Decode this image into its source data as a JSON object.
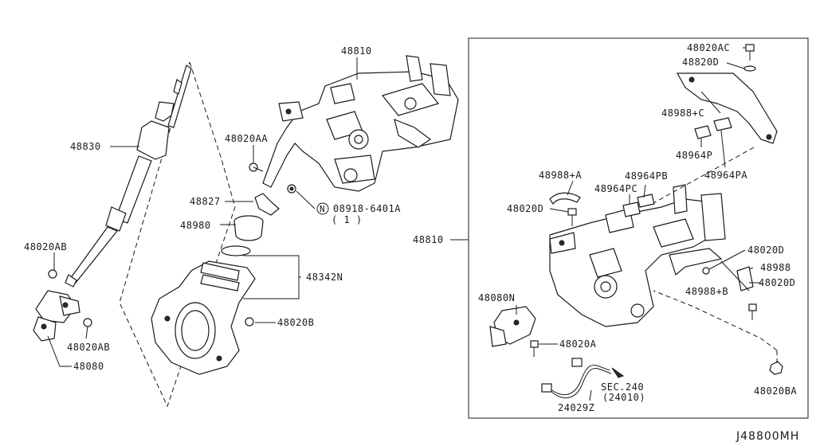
{
  "diagram_ref": "J48800MH",
  "labels": {
    "p48830": "48830",
    "p48020AB_a": "48020AB",
    "p48020AB_b": "48020AB",
    "p48080": "48080",
    "p48810_top": "48810",
    "p48020AA": "48020AA",
    "p48827": "48827",
    "p48980": "48980",
    "p08918": "08918-6401A",
    "p08918_qty": "( 1 )",
    "p08918_circle": "N",
    "p48342N": "48342N",
    "p48020B": "48020B",
    "p48810_side": "48810",
    "p48020AC": "48020AC",
    "p48820D": "48820D",
    "p48988C": "48988+C",
    "p48964P": "48964P",
    "p48964PA": "48964PA",
    "p48988A": "48988+A",
    "p48964PB": "48964PB",
    "p48964PC": "48964PC",
    "p48020D_a": "48020D",
    "p48020D_b": "48020D",
    "p48020D_c": "48020D",
    "p48988": "48988",
    "p48988B": "48988+B",
    "p48080N": "48080N",
    "p48020A": "48020A",
    "pSEC240": "SEC.240",
    "pSEC240_sub": "(24010)",
    "p24029Z": "24029Z",
    "p48020BA": "48020BA"
  }
}
